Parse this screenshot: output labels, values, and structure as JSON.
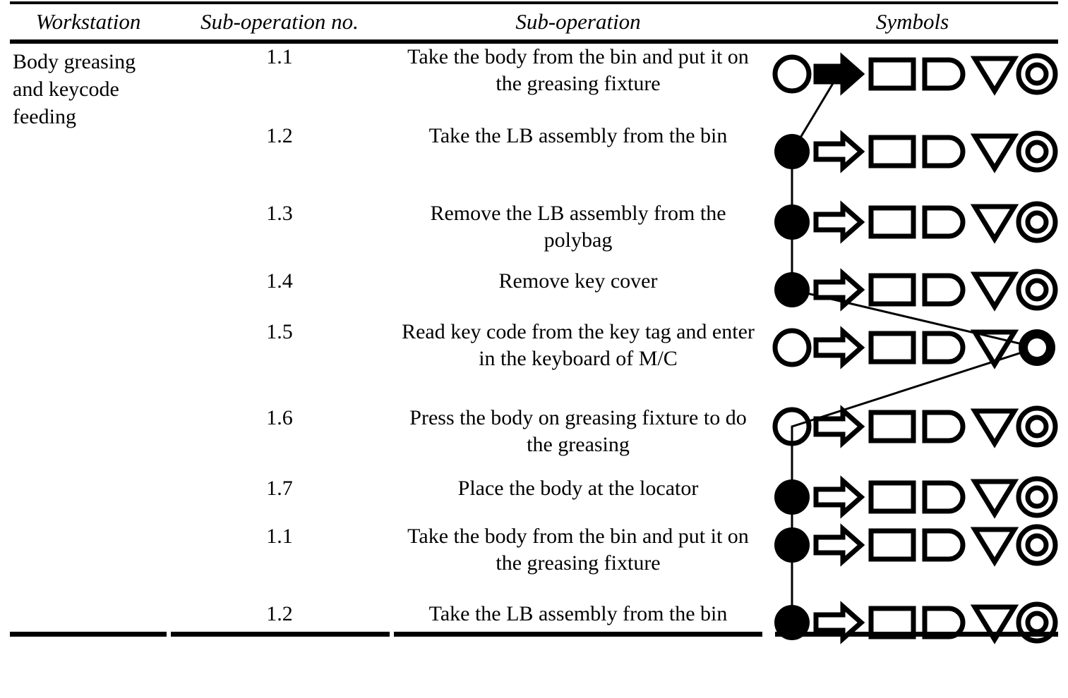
{
  "table": {
    "columns": [
      {
        "key": "workstation",
        "label": "Workstation"
      },
      {
        "key": "subop_no",
        "label": "Sub-operation no."
      },
      {
        "key": "subop",
        "label": "Sub-operation"
      },
      {
        "key": "symbols",
        "label": "Symbols"
      }
    ],
    "workstation": "Body greasing and keycode feeding",
    "symbol_legend": [
      {
        "name": "operation-circle",
        "glyph": "circle"
      },
      {
        "name": "transport-arrow",
        "glyph": "arrow"
      },
      {
        "name": "inspection-square",
        "glyph": "square"
      },
      {
        "name": "delay-d-shape",
        "glyph": "d-shape"
      },
      {
        "name": "storage-triangle",
        "glyph": "triangle"
      },
      {
        "name": "combined-double-circle",
        "glyph": "double-circle"
      }
    ],
    "rows": [
      {
        "no": "1.1",
        "subop": "Take the body from the bin and put it on the greasing fixture",
        "marked": "transport-arrow",
        "symbols": [
          "circle-hollow",
          "arrow-filled",
          "square-hollow",
          "dshape-hollow",
          "triangle-hollow",
          "doublecircle-hollow"
        ]
      },
      {
        "no": "1.2",
        "subop": "Take the LB assembly from the bin",
        "marked": "operation-circle",
        "symbols": [
          "circle-filled",
          "arrow-hollow",
          "square-hollow",
          "dshape-hollow",
          "triangle-hollow",
          "doublecircle-hollow"
        ]
      },
      {
        "no": "1.3",
        "subop": "Remove the LB assembly from the polybag",
        "marked": "operation-circle",
        "symbols": [
          "circle-filled",
          "arrow-hollow",
          "square-hollow",
          "dshape-hollow",
          "triangle-hollow",
          "doublecircle-hollow"
        ]
      },
      {
        "no": "1.4",
        "subop": "Remove key cover",
        "marked": "operation-circle",
        "symbols": [
          "circle-filled",
          "arrow-hollow",
          "square-hollow",
          "dshape-hollow",
          "triangle-hollow",
          "doublecircle-hollow"
        ]
      },
      {
        "no": "1.5",
        "subop": "Read key code from the key tag and enter in the keyboard of M/C",
        "marked": "combined-double-circle",
        "symbols": [
          "circle-hollow",
          "arrow-hollow",
          "square-hollow",
          "dshape-hollow",
          "triangle-hollow",
          "doublecircle-filled"
        ]
      },
      {
        "no": "1.6",
        "subop": "Press the body on greasing fixture to do the greasing",
        "marked": "operation-circle",
        "symbols": [
          "circle-hollow",
          "arrow-hollow",
          "square-hollow",
          "dshape-hollow",
          "triangle-hollow",
          "doublecircle-hollow"
        ]
      },
      {
        "no": "1.7",
        "subop": "Place the body at the locator",
        "marked": "operation-circle",
        "symbols": [
          "circle-filled",
          "arrow-hollow",
          "square-hollow",
          "dshape-hollow",
          "triangle-hollow",
          "doublecircle-hollow"
        ]
      },
      {
        "no": "1.1",
        "subop": "Take the body from the bin and put it on the greasing fixture",
        "marked": "operation-circle",
        "symbols": [
          "circle-filled",
          "arrow-hollow",
          "square-hollow",
          "dshape-hollow",
          "triangle-hollow",
          "doublecircle-hollow"
        ]
      },
      {
        "no": "1.2",
        "subop": "Take the LB assembly from the bin",
        "marked": "operation-circle",
        "symbols": [
          "circle-filled",
          "arrow-hollow",
          "square-hollow",
          "dshape-hollow",
          "triangle-hollow",
          "doublecircle-hollow"
        ]
      }
    ]
  },
  "style": {
    "ink": "#000000",
    "paper": "#ffffff"
  }
}
